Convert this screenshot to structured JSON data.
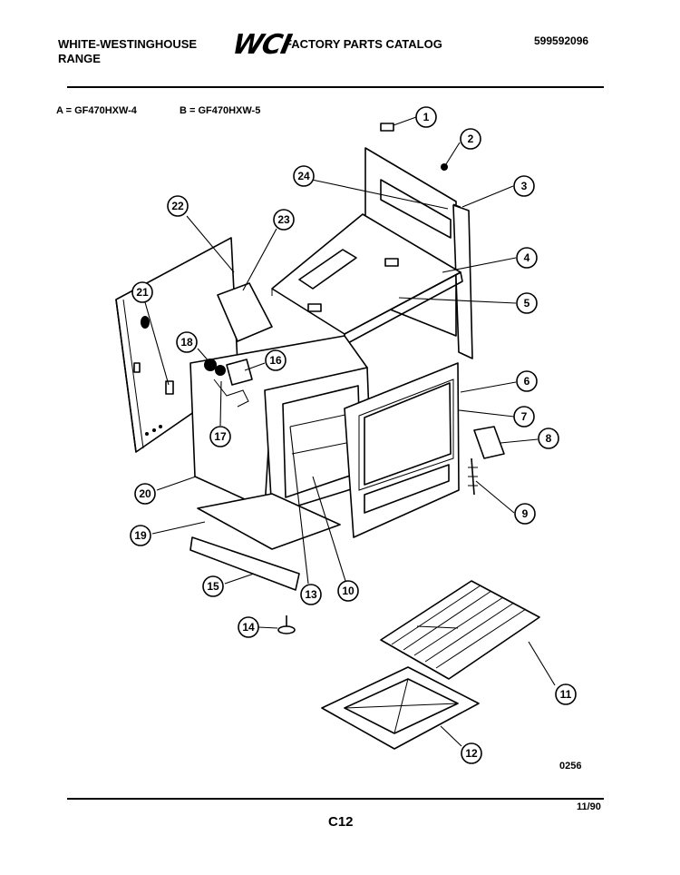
{
  "header": {
    "brand_line1": "WHITE-WESTINGHOUSE",
    "brand_line2": "RANGE",
    "logo_text": "WCI",
    "catalog_title": "FACTORY PARTS CATALOG",
    "part_number": "599592096"
  },
  "models": {
    "model_a": "A = GF470HXW-4",
    "model_b": "B = GF470HXW-5"
  },
  "callouts": [
    "1",
    "2",
    "3",
    "4",
    "5",
    "6",
    "7",
    "8",
    "9",
    "10",
    "11",
    "12",
    "13",
    "14",
    "15",
    "16",
    "17",
    "18",
    "19",
    "20",
    "21",
    "22",
    "23",
    "24"
  ],
  "footer": {
    "drawing_code": "0256",
    "page": "C12",
    "date": "11/90"
  }
}
